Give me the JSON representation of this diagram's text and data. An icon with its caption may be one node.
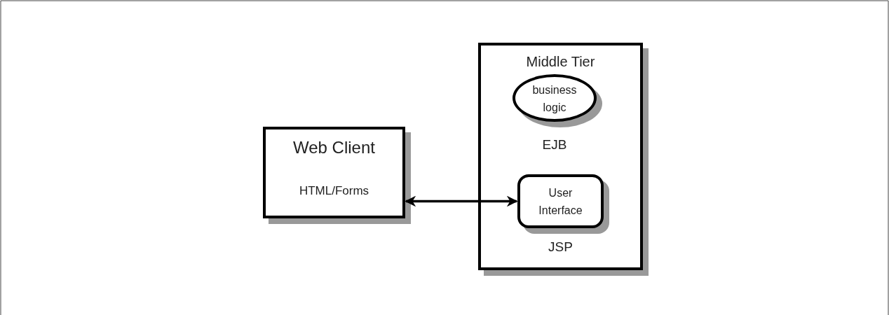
{
  "diagram": {
    "nodes": [
      {
        "text": [
          "Web Client",
          "HTML/Forms"
        ]
      },
      {
        "text": [
          "Middle Tier"
        ]
      },
      {
        "text": [
          "business logic"
        ],
        "in": 1,
        "beside": [
          "EJB"
        ]
      },
      {
        "text": [
          "User Interface"
        ],
        "in": 1,
        "beside": [
          "JSP"
        ]
      }
    ],
    "edges": [
      {
        "from": 0,
        "to": 3,
        "arrow": "both"
      }
    ]
  }
}
